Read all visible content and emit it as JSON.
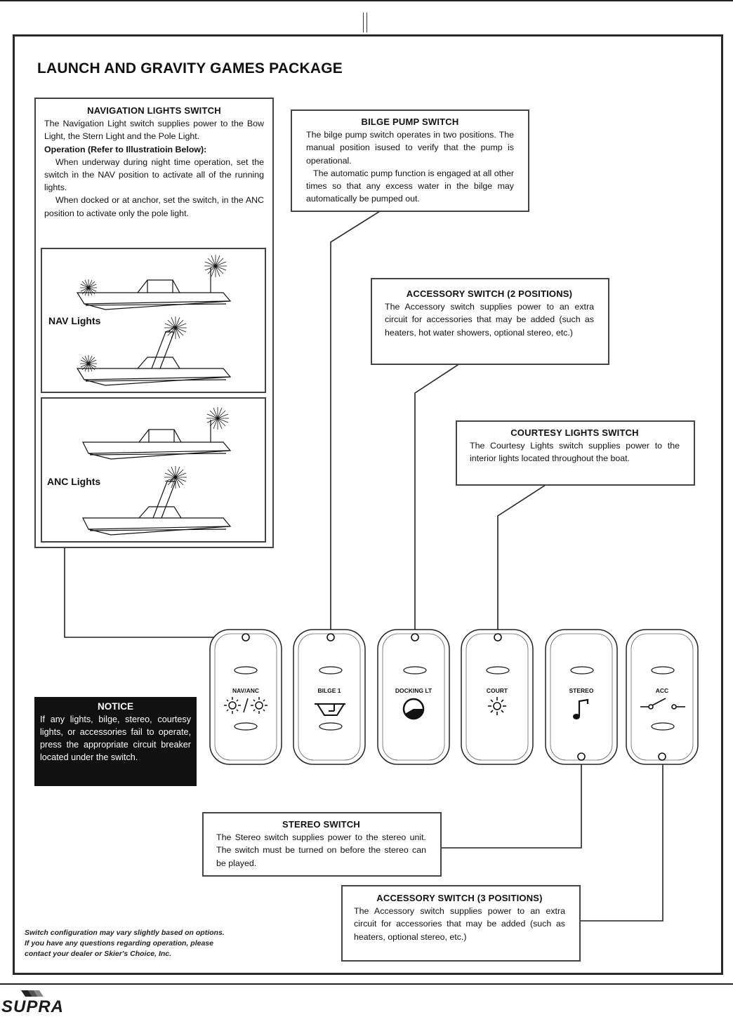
{
  "title": "LAUNCH AND GRAVITY GAMES PACKAGE",
  "nav_box": {
    "heading": "NAVIGATION LIGHTS SWITCH",
    "intro": "The Navigation Light switch supplies power to the Bow Light, the Stern Light and the Pole Light.",
    "operation_heading": "Operation (Refer to Illustratioin Below):",
    "para1": "When underway during night time operation, set the switch in the NAV position to activate all of the running lights.",
    "para2": "When docked or at anchor, set the switch, in the ANC position to activate only the pole light.",
    "nav_label": "NAV Lights",
    "anc_label": "ANC Lights"
  },
  "bilge_box": {
    "heading": "BILGE PUMP SWITCH",
    "para1": "The bilge pump switch operates in two positions. The manual position isused to verify that the pump is operational.",
    "para2": "The automatic pump function is engaged at all other times so that any excess water in the bilge may automatically be pumped out."
  },
  "acc2_box": {
    "heading": "ACCESSORY SWITCH (2 POSITIONS)",
    "text": "The Accessory  switch supplies power to an extra circuit for accessories that may be added (such as heaters, hot water showers, optional stereo, etc.)"
  },
  "courtesy_box": {
    "heading": "COURTESY LIGHTS SWITCH",
    "text": "The Courtesy Lights switch supplies power to the interior lights located throughout the boat."
  },
  "notice": {
    "heading": "NOTICE",
    "text": "If any lights, bilge, stereo, courtesy lights, or accessories fail to operate, press the appropriate circuit breaker located under the switch."
  },
  "stereo_box": {
    "heading": "STEREO SWITCH",
    "text": "The Stereo switch supplies power to the stereo unit. The switch must be turned on before the stereo can be played."
  },
  "acc3_box": {
    "heading": "ACCESSORY SWITCH (3 POSITIONS)",
    "text": "The Accessory  switch supplies power to an extra circuit for accessories that may be added (such as heaters, optional stereo, etc.)"
  },
  "switches": [
    {
      "label": "NAV/ANC",
      "icon": "nav-anc-light-icon"
    },
    {
      "label": "BILGE 1",
      "icon": "bilge-pump-icon"
    },
    {
      "label": "DOCKING LT",
      "icon": "docking-light-icon"
    },
    {
      "label": "COURT",
      "icon": "courtesy-light-icon"
    },
    {
      "label": "STEREO",
      "icon": "music-note-icon"
    },
    {
      "label": "ACC",
      "icon": "accessory-switch-icon"
    }
  ],
  "footnote": {
    "line1": "Switch configuration may vary slightly based on options.",
    "line2": "If you have any questions regarding operation, please",
    "line3": "contact your dealer or Skier's Choice, Inc."
  },
  "brand": "SUPRA"
}
